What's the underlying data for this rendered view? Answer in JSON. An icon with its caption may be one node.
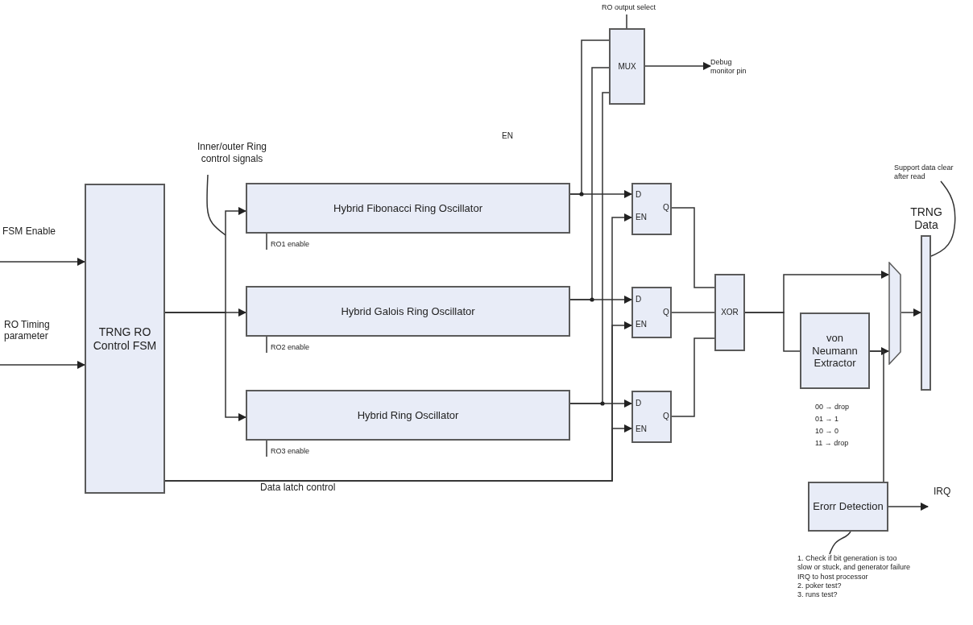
{
  "diagram": {
    "nodes": [
      {
        "text": [
          "TRNG RO Control FSM"
        ]
      },
      {
        "text": [
          "Hybrid Fibonacci Ring Oscillator"
        ],
        "beside": [
          "RO1 enable"
        ]
      },
      {
        "text": [
          "Hybrid Galois Ring Oscillator"
        ],
        "beside": [
          "RO2 enable"
        ]
      },
      {
        "text": [
          "Hybrid Ring Oscillator"
        ],
        "beside": [
          "RO3 enable"
        ]
      },
      {
        "text": [
          "MUX"
        ]
      },
      {
        "text": [
          "RO output select"
        ]
      },
      {
        "text": [
          "Debug monitor pin"
        ]
      },
      {
        "text": [
          "D",
          "EN",
          "Q"
        ]
      },
      {
        "text": [
          "D",
          "EN",
          "Q"
        ]
      },
      {
        "text": [
          "D",
          "EN",
          "Q"
        ]
      },
      {
        "text": [
          "XOR"
        ]
      },
      {
        "text": [
          "von Neumann Extractor"
        ],
        "beside": [
          "00 → drop",
          "01 → 1",
          "10 → 0",
          "11 → drop"
        ]
      },
      {
        "text": [],
        "shape": "trapezoid"
      },
      {
        "text": [
          "TRNG Data"
        ]
      },
      {
        "text": [
          "Support data clear after read"
        ]
      },
      {
        "text": [
          "Erorr Detection"
        ]
      },
      {
        "text": [
          "1. Check if bit generation is too slow or stuck, and generator failure IRQ to host processor",
          "2. poker test?",
          "3. runs test?"
        ]
      },
      {
        "text": [
          "Inner/outer Ring control signals"
        ]
      }
    ],
    "edges": [
      {
        "from": null,
        "to": 0,
        "arrow": "to",
        "label": "FSM Enable"
      },
      {
        "from": null,
        "to": 0,
        "arrow": "to",
        "label": "RO Timing parameter"
      },
      {
        "from": 0,
        "to": 1,
        "arrow": "to"
      },
      {
        "from": 0,
        "to": 2,
        "arrow": "to"
      },
      {
        "from": 0,
        "to": 3,
        "arrow": "to"
      },
      {
        "from": 1,
        "to": 7,
        "arrow": "to"
      },
      {
        "from": 2,
        "to": 8,
        "arrow": "to"
      },
      {
        "from": 3,
        "to": 9,
        "arrow": "to"
      },
      {
        "from": 1,
        "to": 4,
        "arrow": "none"
      },
      {
        "from": 2,
        "to": 4,
        "arrow": "none"
      },
      {
        "from": 3,
        "to": 4,
        "arrow": "none"
      },
      {
        "from": 5,
        "to": 4,
        "arrow": "none"
      },
      {
        "from": 4,
        "to": 6,
        "arrow": "to"
      },
      {
        "from": 0,
        "to": 7,
        "arrow": "to",
        "label": "Data latch control"
      },
      {
        "from": 0,
        "to": 8,
        "arrow": "to"
      },
      {
        "from": 0,
        "to": 9,
        "arrow": "to"
      },
      {
        "from": 7,
        "to": 10,
        "arrow": "none"
      },
      {
        "from": 8,
        "to": 10,
        "arrow": "none"
      },
      {
        "from": 9,
        "to": 10,
        "arrow": "none"
      },
      {
        "from": 10,
        "to": 12,
        "arrow": "to"
      },
      {
        "from": 10,
        "to": 11,
        "arrow": "none"
      },
      {
        "from": 11,
        "to": 12,
        "arrow": "to"
      },
      {
        "from": 12,
        "to": 13,
        "arrow": "to"
      },
      {
        "from": 14,
        "to": 13,
        "arrow": "none"
      },
      {
        "from": 11,
        "to": 15,
        "arrow": "none"
      },
      {
        "from": 15,
        "to": null,
        "arrow": "to",
        "label": "IRQ"
      },
      {
        "from": 16,
        "to": 15,
        "arrow": "none"
      },
      {
        "from": 17,
        "to": null,
        "arrow": "none"
      }
    ],
    "labels": [
      "EN"
    ]
  }
}
